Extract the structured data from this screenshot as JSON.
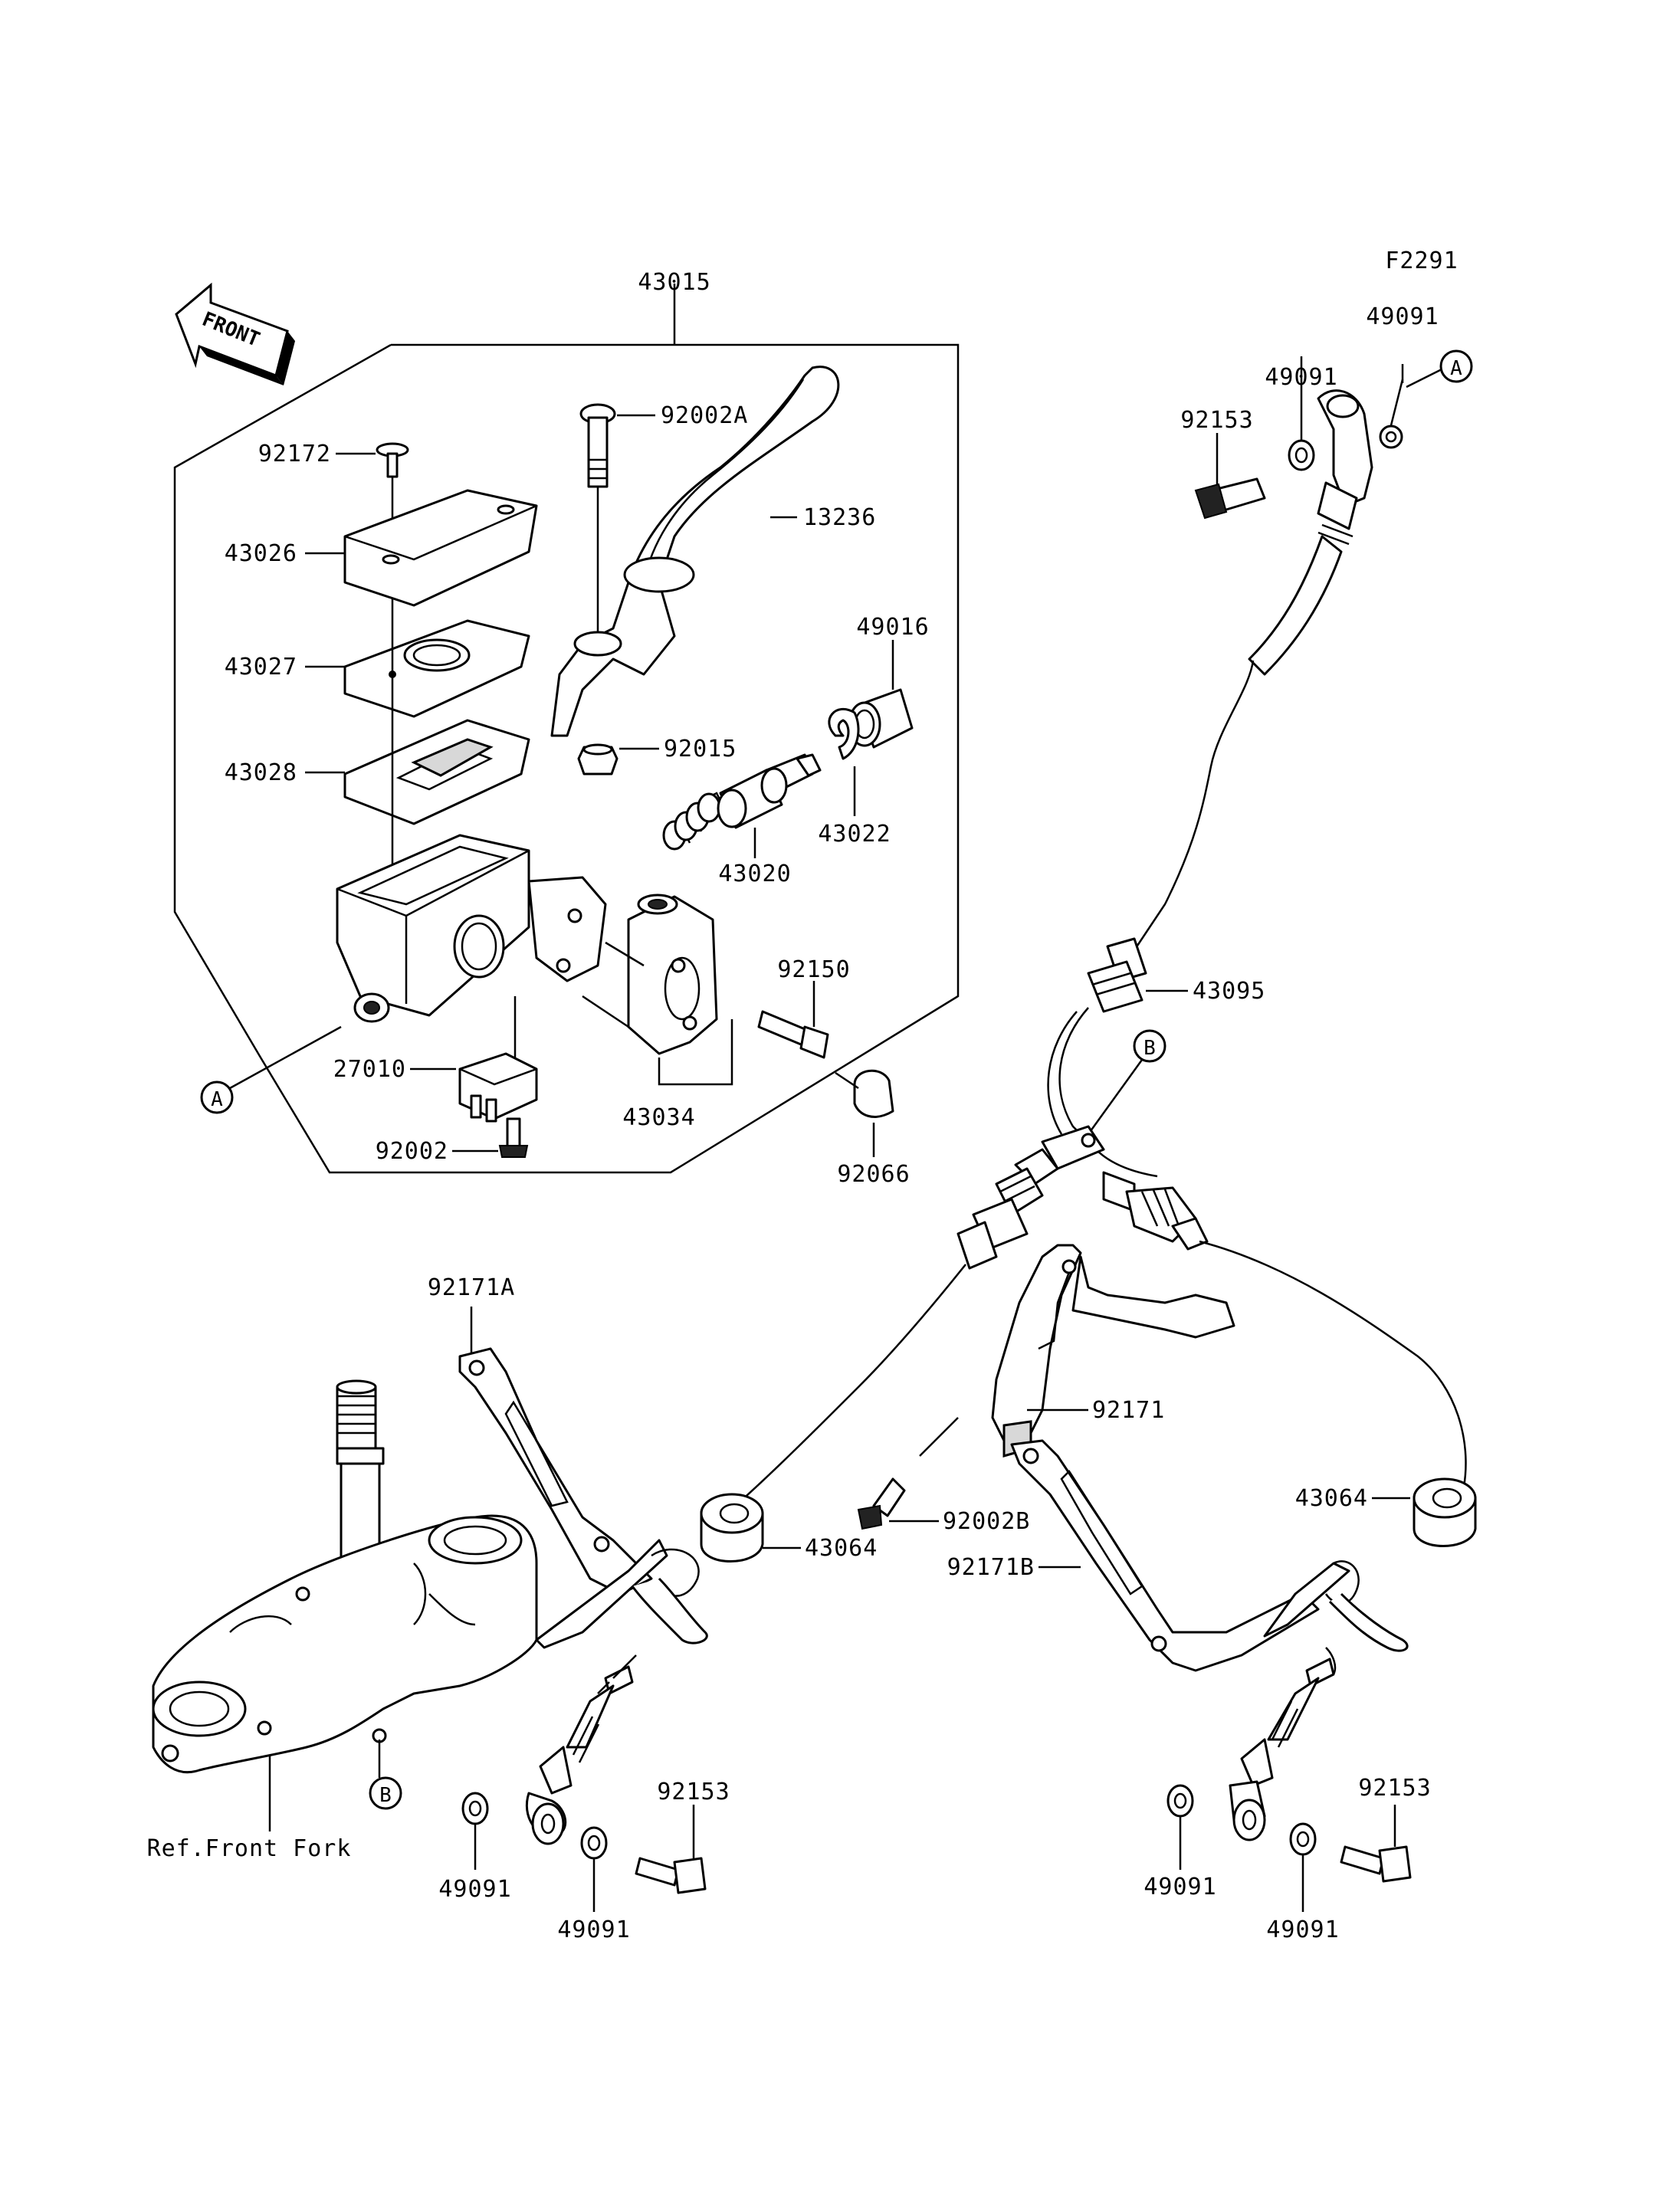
{
  "figure_code": "F2291",
  "front_marker": "FRONT",
  "labels": {
    "assy": "43015",
    "p92172": "92172",
    "p43026": "43026",
    "p43027": "43027",
    "p43028": "43028",
    "p92002A": "92002A",
    "p13236": "13236",
    "p49016": "49016",
    "p92015": "92015",
    "p43022": "43022",
    "p43020": "43020",
    "p92150": "92150",
    "p27010": "27010",
    "p92002": "92002",
    "p43034": "43034",
    "p92066": "92066",
    "p49091_top_right": "49091",
    "p49091_top_mid": "49091",
    "p92153_top": "92153",
    "p43095": "43095",
    "p92171A": "92171A",
    "p92171": "92171",
    "p92002B": "92002B",
    "p43064_left": "43064",
    "p43064_right": "43064",
    "p92171B": "92171B",
    "p92153_bottom_left": "92153",
    "p49091_bottom_left_a": "49091",
    "p49091_bottom_left_b": "49091",
    "p92153_bottom_right": "92153",
    "p49091_bottom_right_a": "49091",
    "p49091_bottom_right_b": "49091",
    "ref_front_fork": "Ref.Front Fork"
  },
  "callouts": {
    "a_top": "A",
    "a_left": "A",
    "b_top": "B",
    "b_fork": "B"
  }
}
